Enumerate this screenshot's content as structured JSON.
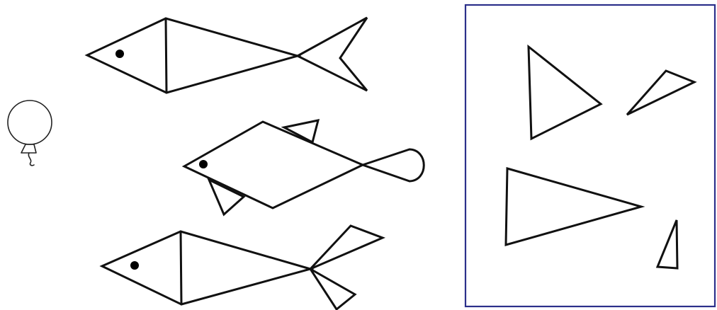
{
  "scene": {
    "left_figures": [
      "fish",
      "fish",
      "fish",
      "balloon"
    ],
    "right_panel_shapes": [
      "triangle",
      "triangle",
      "triangle",
      "triangle"
    ]
  },
  "colors": {
    "background": "#ffffff",
    "ink": "#111111",
    "panel_border": "#2b2f8a"
  }
}
